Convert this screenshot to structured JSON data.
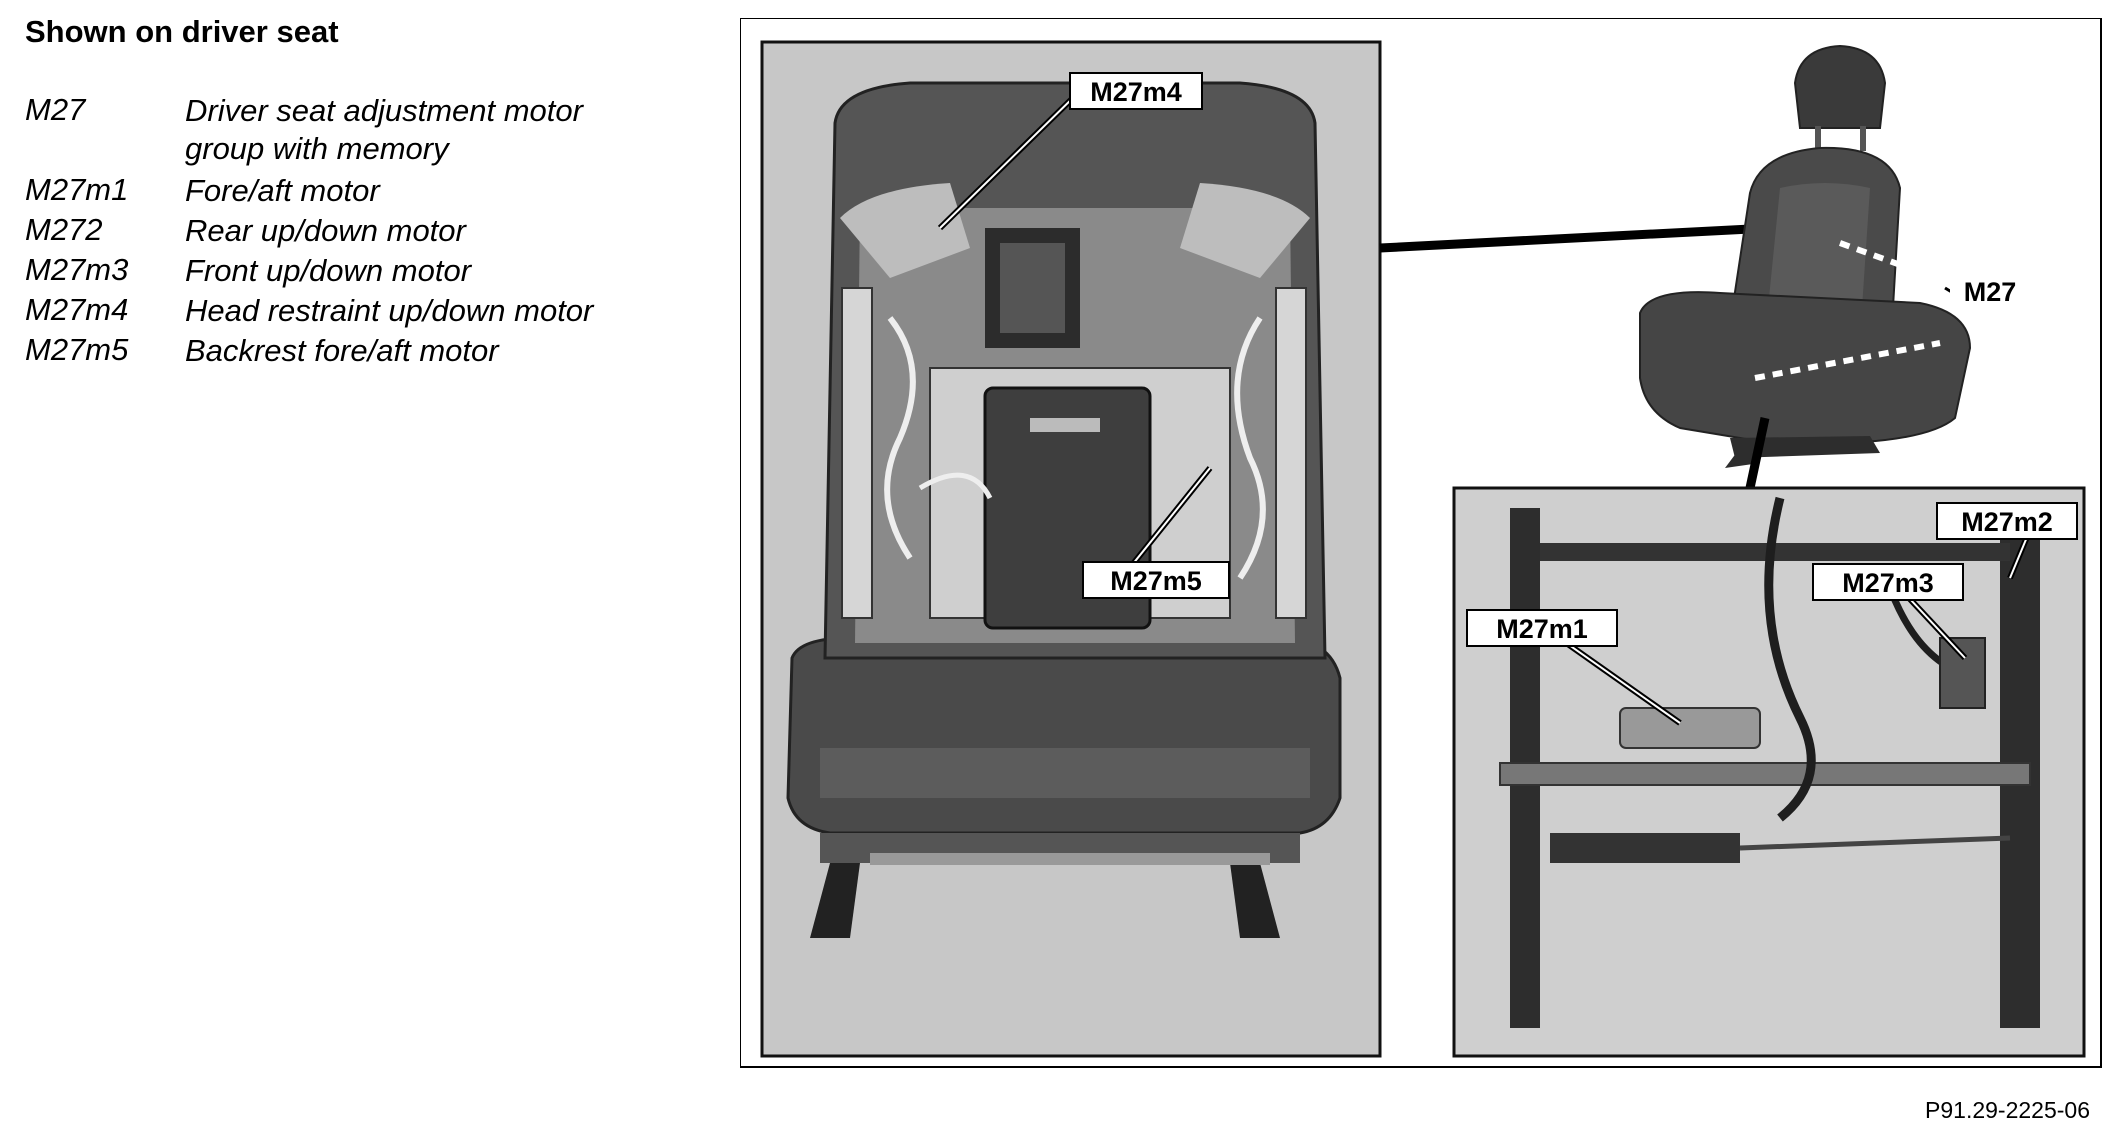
{
  "heading": "Shown on driver seat",
  "legend": [
    {
      "code": "M27",
      "desc": "Driver seat adjustment motor group with memory"
    },
    {
      "code": "M27m1",
      "desc": "Fore/aft motor"
    },
    {
      "code": "M272",
      "desc": "Rear up/down motor"
    },
    {
      "code": "M27m3",
      "desc": "Front up/down motor"
    },
    {
      "code": "M27m4",
      "desc": "Head restraint up/down motor"
    },
    {
      "code": "M27m5",
      "desc": "Backrest fore/aft motor"
    }
  ],
  "callouts": {
    "m27": "M27",
    "m27m1": "M27m1",
    "m27m2": "M27m2",
    "m27m3": "M27m3",
    "m27m4": "M27m4",
    "m27m5": "M27m5"
  },
  "reference": "P91.29-2225-06"
}
